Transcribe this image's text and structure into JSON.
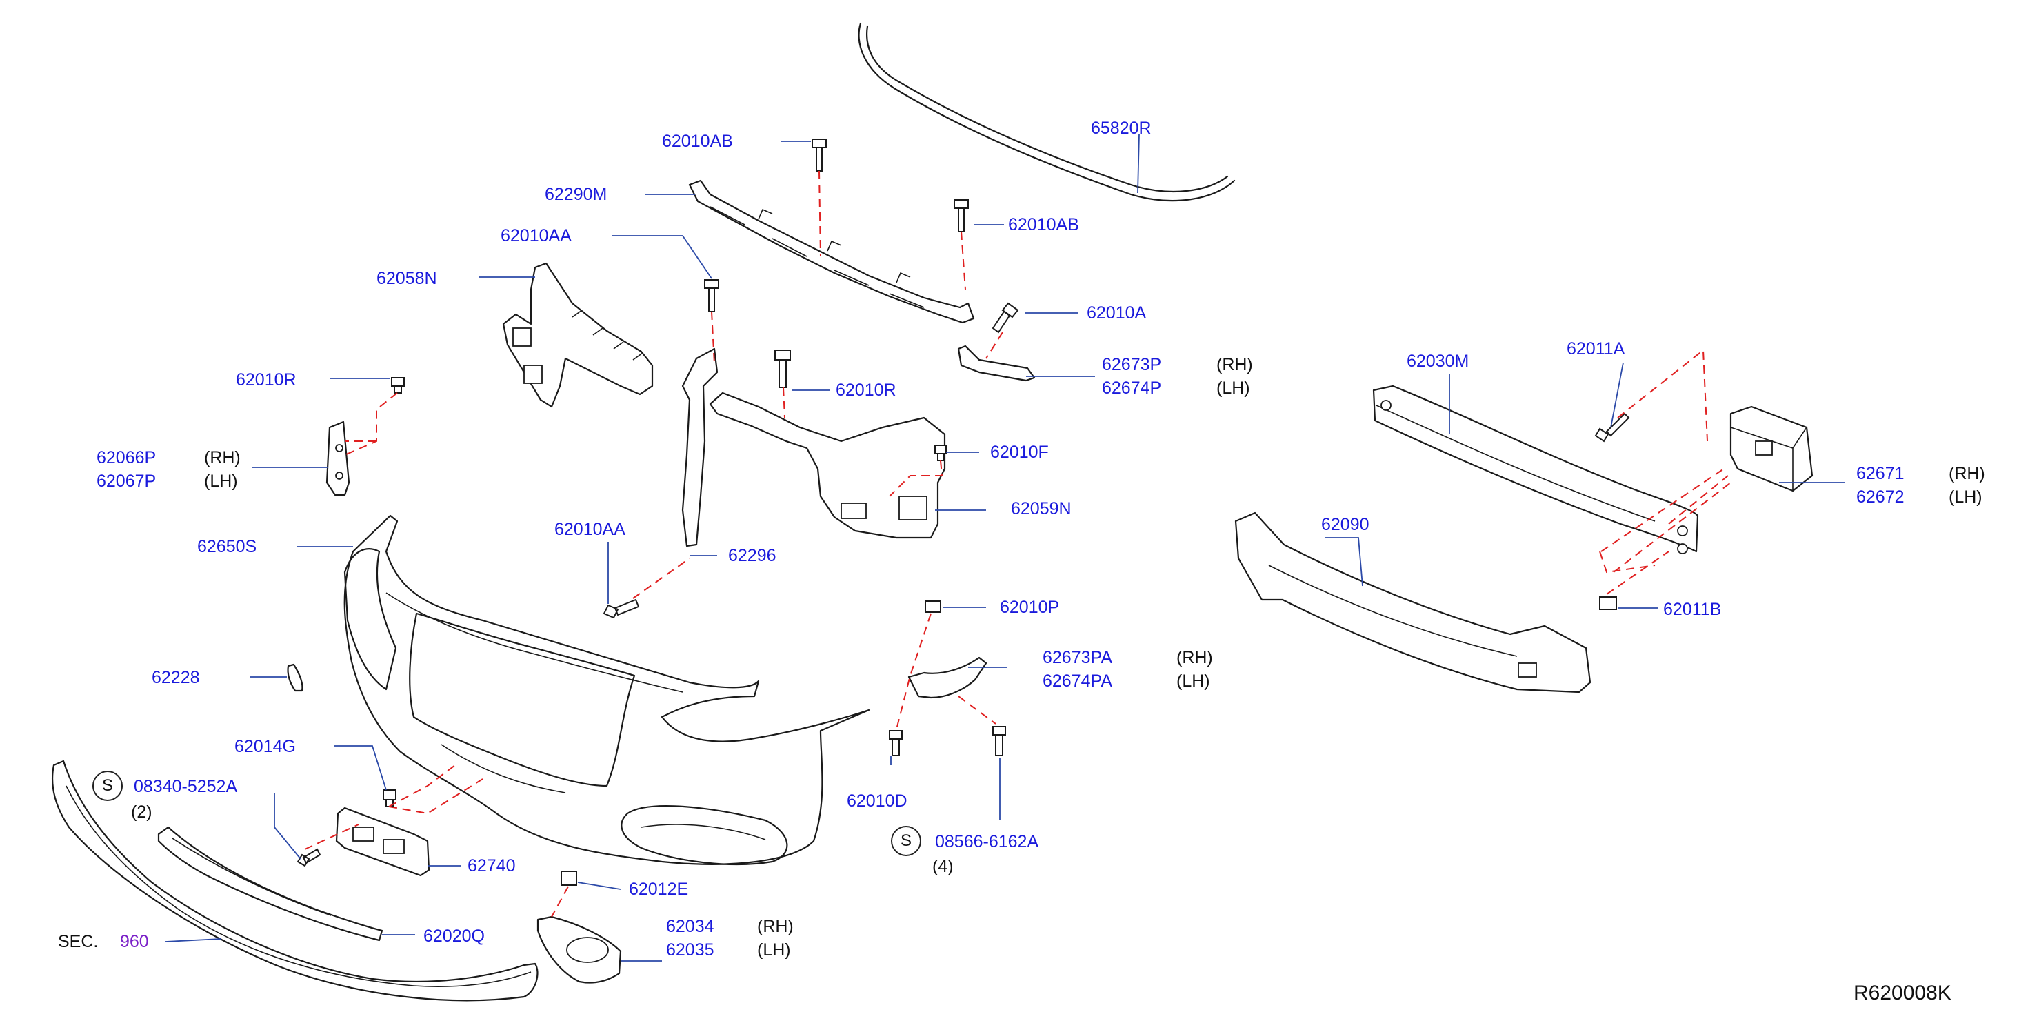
{
  "diagram": {
    "diagram_code": "R620008K",
    "section_prefix": "SEC.",
    "section_number": "960",
    "symbol_s": "S",
    "parts": {
      "p65820R": "65820R",
      "p62010AB_a": "62010AB",
      "p62290M": "62290M",
      "p62010AB_b": "62010AB",
      "p62010AA_a": "62010AA",
      "p62058N": "62058N",
      "p62010A": "62010A",
      "p62673P": "62673P",
      "p62674P": "62674P",
      "p62010R_a": "62010R",
      "p62010R_b": "62010R",
      "p62066P": "62066P",
      "p62067P": "62067P",
      "p62010F": "62010F",
      "p62059N": "62059N",
      "p62650S": "62650S",
      "p62010AA_b": "62010AA",
      "p62296": "62296",
      "p62010P": "62010P",
      "p62673PA": "62673PA",
      "p62674PA": "62674PA",
      "p62228": "62228",
      "p62014G": "62014G",
      "p08340": "08340-5252A",
      "qty2": "(2)",
      "p62010D": "62010D",
      "p08566": "08566-6162A",
      "qty4": "(4)",
      "p62740": "62740",
      "p62012E": "62012E",
      "p62020Q": "62020Q",
      "p62034": "62034",
      "p62035": "62035",
      "p62030M": "62030M",
      "p62011A": "62011A",
      "p62671": "62671",
      "p62672": "62672",
      "p62090": "62090",
      "p62011B": "62011B"
    },
    "side": {
      "rh": "(RH)",
      "lh": "(LH)"
    }
  }
}
